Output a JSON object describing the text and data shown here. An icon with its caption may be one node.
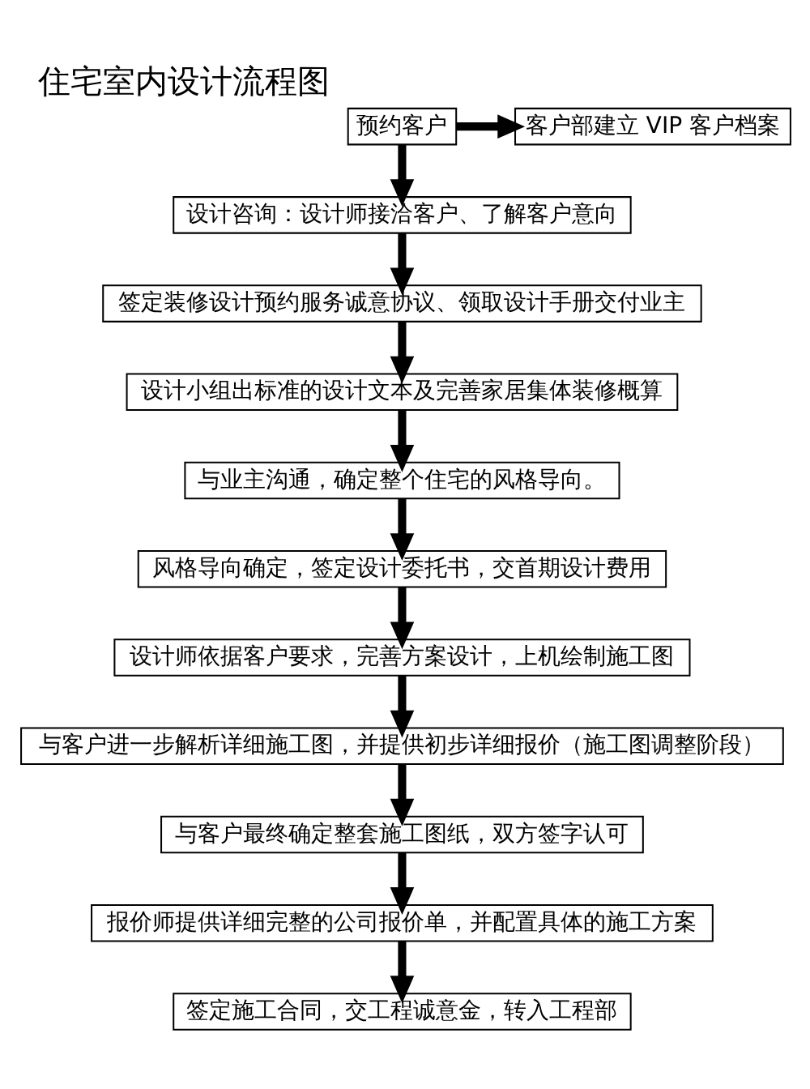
{
  "diagram": {
    "title": "住宅室内设计流程图",
    "nodes": [
      {
        "text": [
          "预约客户"
        ]
      },
      {
        "text": [
          "客户部建立 VIP 客户档案"
        ]
      },
      {
        "text": [
          "设计咨询：设计师接洽客户、了解客户意向"
        ]
      },
      {
        "text": [
          "签定装修设计预约服务诚意协议、领取设计手册交付业主"
        ]
      },
      {
        "text": [
          "设计小组出标准的设计文本及完善家居集体装修概算"
        ]
      },
      {
        "text": [
          "与业主沟通，确定整个住宅的风格导向。"
        ]
      },
      {
        "text": [
          "风格导向确定，签定设计委托书，交首期设计费用"
        ]
      },
      {
        "text": [
          "设计师依据客户要求，完善方案设计，上机绘制施工图"
        ]
      },
      {
        "text": [
          "与客户进一步解析详细施工图，并提供初步详细报价（施工图调整阶段）"
        ]
      },
      {
        "text": [
          "与客户最终确定整套施工图纸，双方签字认可"
        ]
      },
      {
        "text": [
          "报价师提供详细完整的公司报价单，并配置具体的施工方案"
        ]
      },
      {
        "text": [
          "签定施工合同，交工程诚意金，转入工程部"
        ]
      }
    ],
    "edges": [
      {
        "from": 0,
        "to": 1,
        "arrow": "to"
      },
      {
        "from": 0,
        "to": 2,
        "arrow": "to"
      },
      {
        "from": 2,
        "to": 3,
        "arrow": "to"
      },
      {
        "from": 3,
        "to": 4,
        "arrow": "to"
      },
      {
        "from": 4,
        "to": 5,
        "arrow": "to"
      },
      {
        "from": 5,
        "to": 6,
        "arrow": "to"
      },
      {
        "from": 6,
        "to": 7,
        "arrow": "to"
      },
      {
        "from": 7,
        "to": 8,
        "arrow": "to"
      },
      {
        "from": 8,
        "to": 9,
        "arrow": "to"
      },
      {
        "from": 9,
        "to": 10,
        "arrow": "to"
      },
      {
        "from": 10,
        "to": 11,
        "arrow": "to"
      }
    ]
  }
}
